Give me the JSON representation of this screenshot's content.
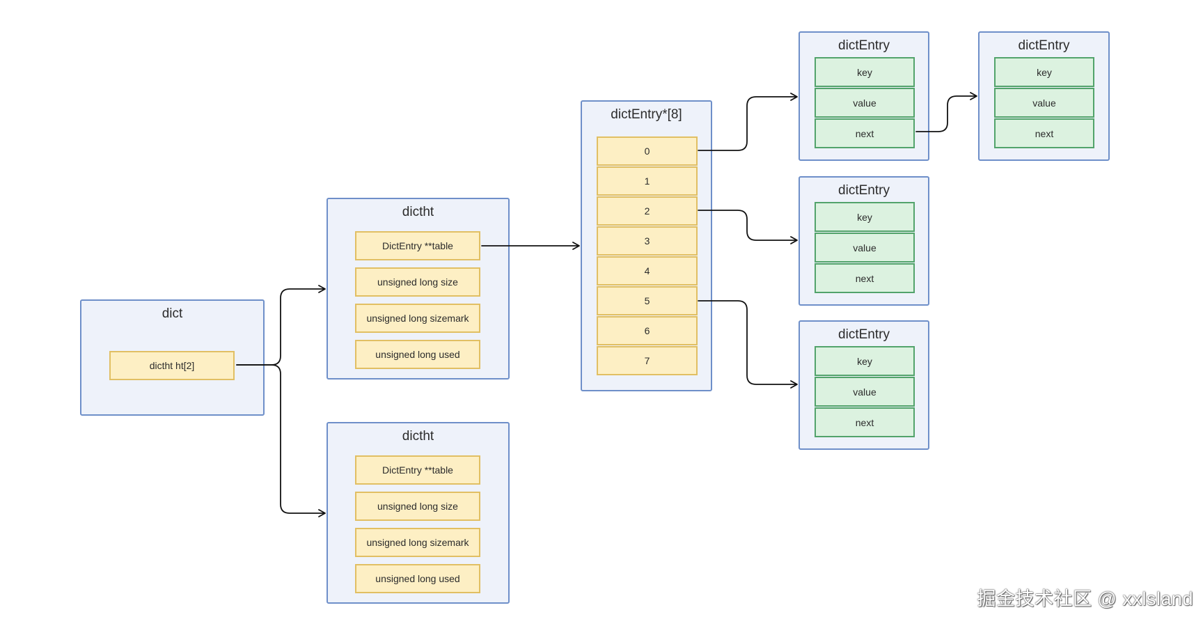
{
  "dict": {
    "title": "dict",
    "field": "dictht ht[2]"
  },
  "dictht_1": {
    "title": "dictht",
    "fields": [
      "DictEntry **table",
      "unsigned long size",
      "unsigned long sizemark",
      "unsigned long used"
    ]
  },
  "dictht_2": {
    "title": "dictht",
    "fields": [
      "DictEntry **table",
      "unsigned long size",
      "unsigned long sizemark",
      "unsigned long used"
    ]
  },
  "bucket_array": {
    "title": "dictEntry*[8]",
    "slots": [
      "0",
      "1",
      "2",
      "3",
      "4",
      "5",
      "6",
      "7"
    ]
  },
  "entry_a": {
    "title": "dictEntry",
    "fields": [
      "key",
      "value",
      "next"
    ]
  },
  "entry_b": {
    "title": "dictEntry",
    "fields": [
      "key",
      "value",
      "next"
    ]
  },
  "entry_c": {
    "title": "dictEntry",
    "fields": [
      "key",
      "value",
      "next"
    ]
  },
  "entry_d": {
    "title": "dictEntry",
    "fields": [
      "key",
      "value",
      "next"
    ]
  },
  "watermark": "掘金技术社区 @ xxlsland",
  "colors": {
    "container_border": "#6e8fc9",
    "container_fill": "#eef2fa",
    "yellow_fill": "#fdefc4",
    "yellow_border": "#e1bf63",
    "green_fill": "#dcf2e0",
    "green_border": "#52a36b",
    "arrow": "#111111"
  }
}
